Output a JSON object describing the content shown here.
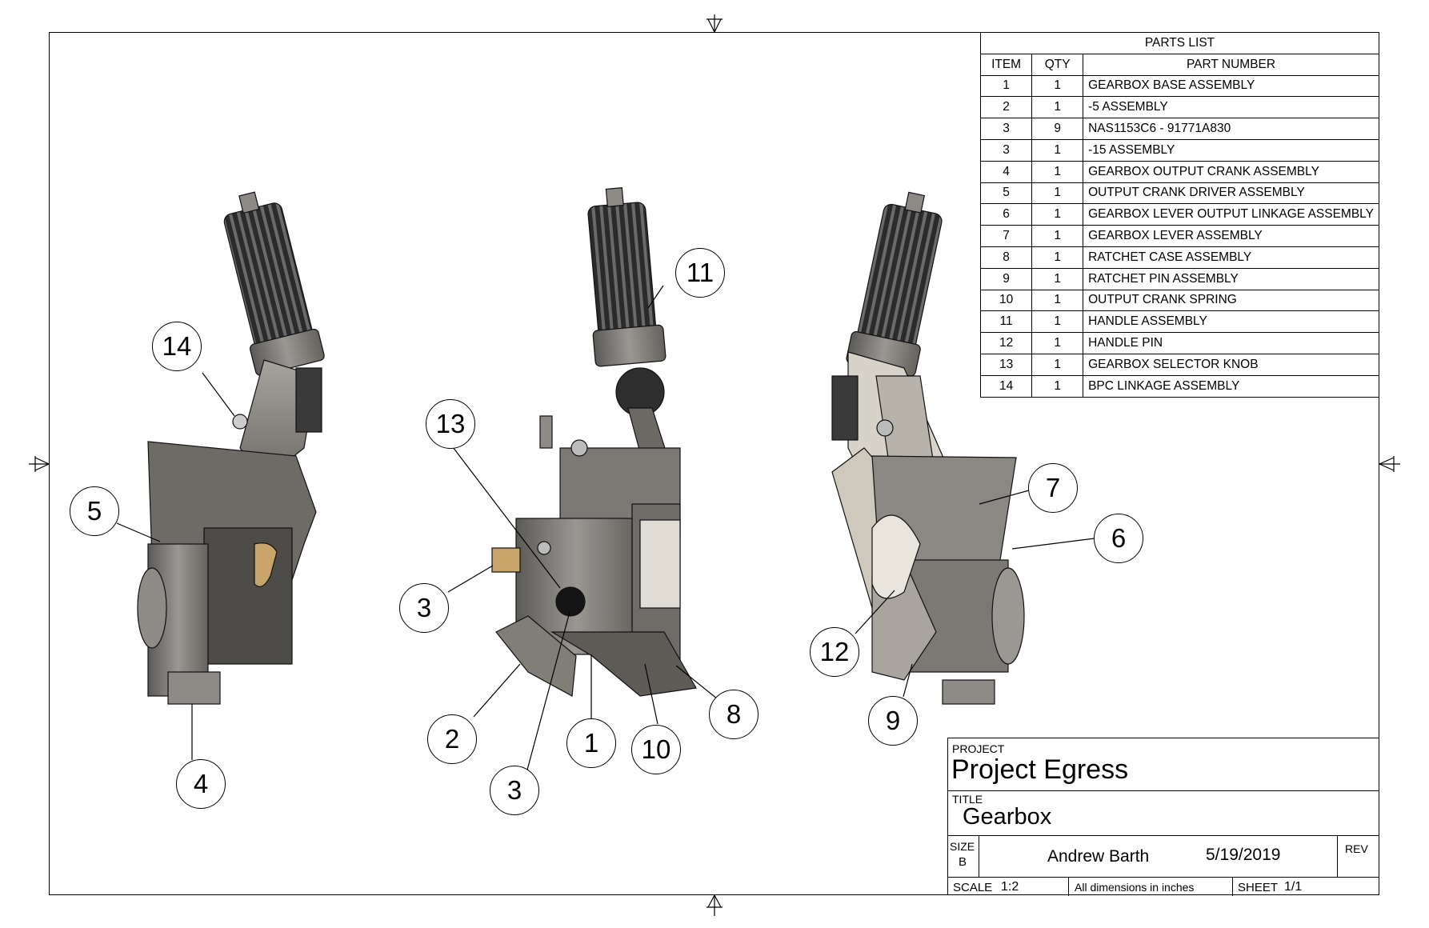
{
  "parts_list": {
    "title": "PARTS LIST",
    "headers": {
      "item": "ITEM",
      "qty": "QTY",
      "part_number": "PART NUMBER"
    },
    "rows": [
      {
        "item": "1",
        "qty": "1",
        "part_number": "GEARBOX BASE ASSEMBLY"
      },
      {
        "item": "2",
        "qty": "1",
        "part_number": "-5 ASSEMBLY"
      },
      {
        "item": "3",
        "qty": "9",
        "part_number": "NAS1153C6 - 91771A830"
      },
      {
        "item": "3",
        "qty": "1",
        "part_number": "-15 ASSEMBLY"
      },
      {
        "item": "4",
        "qty": "1",
        "part_number": "GEARBOX OUTPUT CRANK ASSEMBLY"
      },
      {
        "item": "5",
        "qty": "1",
        "part_number": "OUTPUT CRANK DRIVER ASSEMBLY"
      },
      {
        "item": "6",
        "qty": "1",
        "part_number": "GEARBOX LEVER OUTPUT LINKAGE ASSEMBLY"
      },
      {
        "item": "7",
        "qty": "1",
        "part_number": "GEARBOX LEVER ASSEMBLY"
      },
      {
        "item": "8",
        "qty": "1",
        "part_number": "RATCHET CASE ASSEMBLY"
      },
      {
        "item": "9",
        "qty": "1",
        "part_number": "RATCHET PIN ASSEMBLY"
      },
      {
        "item": "10",
        "qty": "1",
        "part_number": "OUTPUT CRANK SPRING"
      },
      {
        "item": "11",
        "qty": "1",
        "part_number": "HANDLE ASSEMBLY"
      },
      {
        "item": "12",
        "qty": "1",
        "part_number": "HANDLE PIN"
      },
      {
        "item": "13",
        "qty": "1",
        "part_number": "GEARBOX SELECTOR KNOB"
      },
      {
        "item": "14",
        "qty": "1",
        "part_number": "BPC LINKAGE ASSEMBLY"
      }
    ]
  },
  "title_block": {
    "project_label": "PROJECT",
    "project": "Project Egress",
    "title_label": "TITLE",
    "title": "Gearbox",
    "size_label": "SIZE",
    "size": "B",
    "author": "Andrew Barth",
    "date": "5/19/2019",
    "rev_label": "REV",
    "scale_label": "SCALE",
    "scale": "1:2",
    "units_note": "All dimensions in inches",
    "sheet_label": "SHEET",
    "sheet": "1/1"
  },
  "balloons": {
    "left_view": [
      "14",
      "5",
      "4"
    ],
    "center_view": [
      "11",
      "13",
      "3",
      "2",
      "3",
      "1",
      "10",
      "8"
    ],
    "right_view": [
      "7",
      "6",
      "12",
      "9"
    ]
  }
}
